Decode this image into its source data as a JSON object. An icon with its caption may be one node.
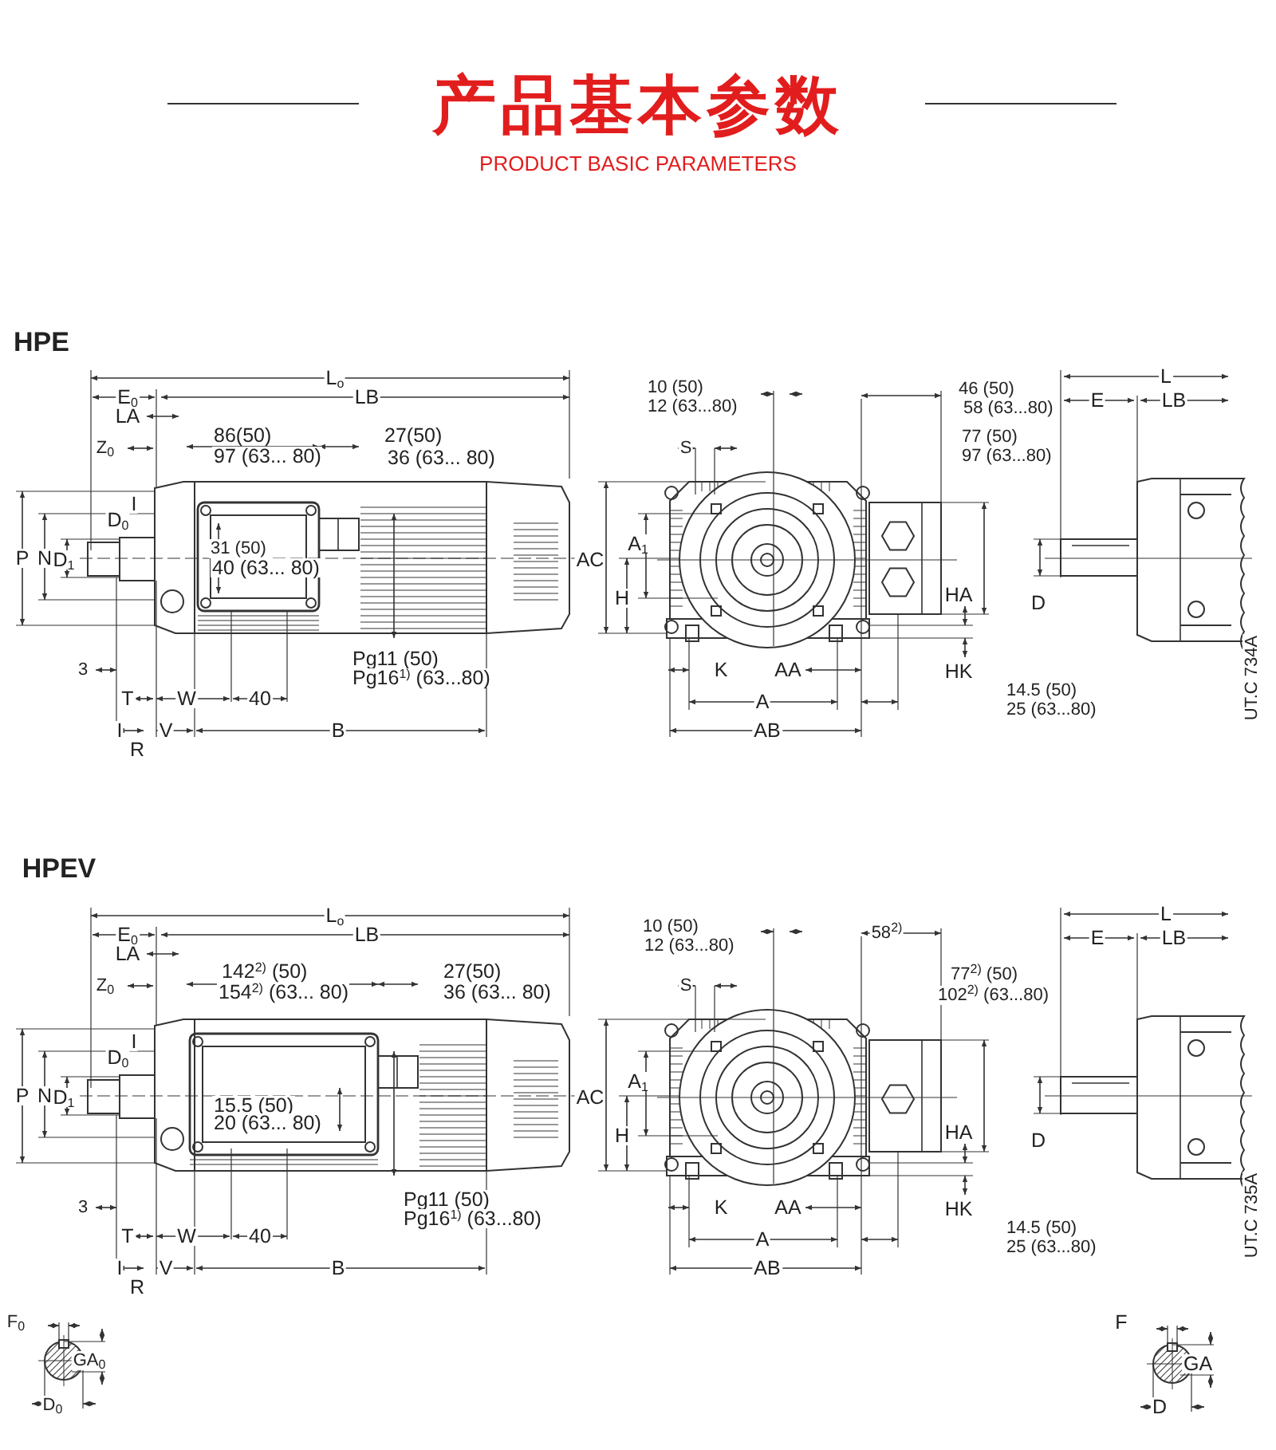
{
  "diagram": {
    "title": "产品基本参数",
    "labels": [
      "PRODUCT BASIC PARAMETERS",
      "HPE",
      "L$_{o}$",
      "E$_{0}$",
      "LB",
      "LA",
      "Z$_{0}$",
      "86(50)",
      "97 (63... 80)",
      "27(50)",
      "36 (63... 80)",
      "I",
      "D$_{0}$",
      "P",
      "N",
      "D$_{1}$",
      "31 (50)",
      "40 (63... 80)",
      "Pg11 (50)",
      "Pg16$^{1)}$ (63...80)",
      "3",
      "T",
      "W",
      "40",
      "I",
      "V",
      "B",
      "R",
      "10 (50)",
      "12 (63...80)",
      "46 (50)",
      "58 (63...80)",
      "77 (50)",
      "97 (63...80)",
      "S",
      "A$_{1}$",
      "AC",
      "H",
      "HA",
      "K",
      "AA",
      "HK",
      "A",
      "14.5 (50)",
      "25 (63...80)",
      "AB",
      "L",
      "E",
      "LB",
      "D",
      "UT.C 734A",
      "HPEV",
      "L$_{o}$",
      "E$_{0}$",
      "LB",
      "LA",
      "Z$_{0}$",
      "142$^{2)}$ (50)",
      "154$^{2)}$ (63... 80)",
      "27(50)",
      "36 (63... 80)",
      "I",
      "D$_{0}$",
      "P",
      "N",
      "D$_{1}$",
      "15.5 (50)",
      "20 (63... 80)",
      "Pg11 (50)",
      "Pg16$^{1)}$ (63...80)",
      "3",
      "T",
      "W",
      "40",
      "I",
      "V",
      "B",
      "R",
      "10 (50)",
      "12 (63...80)",
      "58$^{2)}$",
      "S",
      "77$^{2)}$ (50)",
      "102$^{2)}$ (63...80)",
      "A$_{1}$",
      "AC",
      "H",
      "HA",
      "K",
      "AA",
      "HK",
      "A",
      "14.5 (50)",
      "25 (63...80)",
      "AB",
      "L",
      "E",
      "LB",
      "D",
      "UT.C 735A",
      "F$_{0}$",
      "GA$_{0}$",
      "D$_{0}$",
      "F",
      "GA",
      "D"
    ]
  }
}
